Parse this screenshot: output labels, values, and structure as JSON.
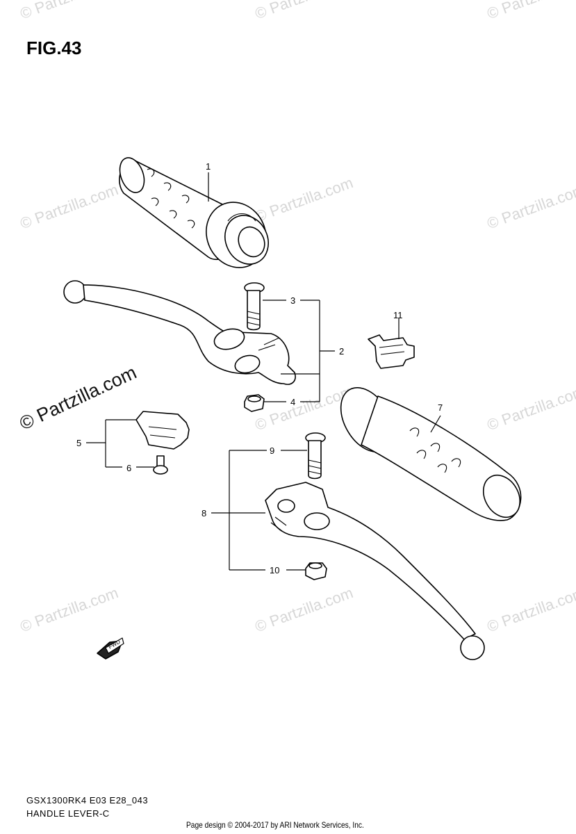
{
  "figure": {
    "title": "FIG.43",
    "model_code": "GSX1300RK4 E03 E28_043",
    "part_title": "HANDLE LEVER-C"
  },
  "watermark": {
    "text": "© Partzilla.com",
    "primary_text": "© Partzilla.com"
  },
  "callouts": [
    "1",
    "2",
    "3",
    "4",
    "5",
    "6",
    "7",
    "8",
    "9",
    "10",
    "11"
  ],
  "direction_label": "FWD",
  "footer": {
    "credit": "Page design © 2004-2017 by ARI Network Services, Inc."
  }
}
